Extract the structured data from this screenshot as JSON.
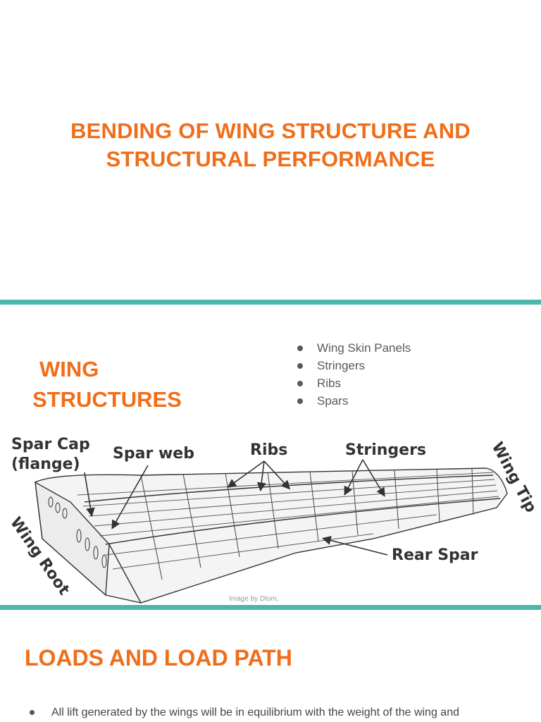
{
  "slide1": {
    "title_line1": "BENDING OF WING STRUCTURE AND",
    "title_line2": "STRUCTURAL PERFORMANCE"
  },
  "slide2": {
    "title_line1": "WING",
    "title_line2": "STRUCTURES",
    "bullets": [
      "Wing Skin Panels",
      "Stringers",
      "Ribs",
      "Spars"
    ],
    "diagram": {
      "spar_cap": "Spar Cap",
      "flange": "(flange)",
      "spar_web": "Spar web",
      "ribs": "Ribs",
      "stringers": "Stringers",
      "wing_tip": "Wing Tip",
      "wing_root": "Wing Root",
      "rear_spar": "Rear Spar",
      "credit": "Image by Dtom,"
    }
  },
  "slide3": {
    "title": "LOADS AND LOAD PATH",
    "bullet1": "All lift generated by the wings will be in equilibrium with the weight of the wing and"
  },
  "colors": {
    "accent": "#f06e1a",
    "divider": "#4db6ac",
    "text": "#595959"
  }
}
